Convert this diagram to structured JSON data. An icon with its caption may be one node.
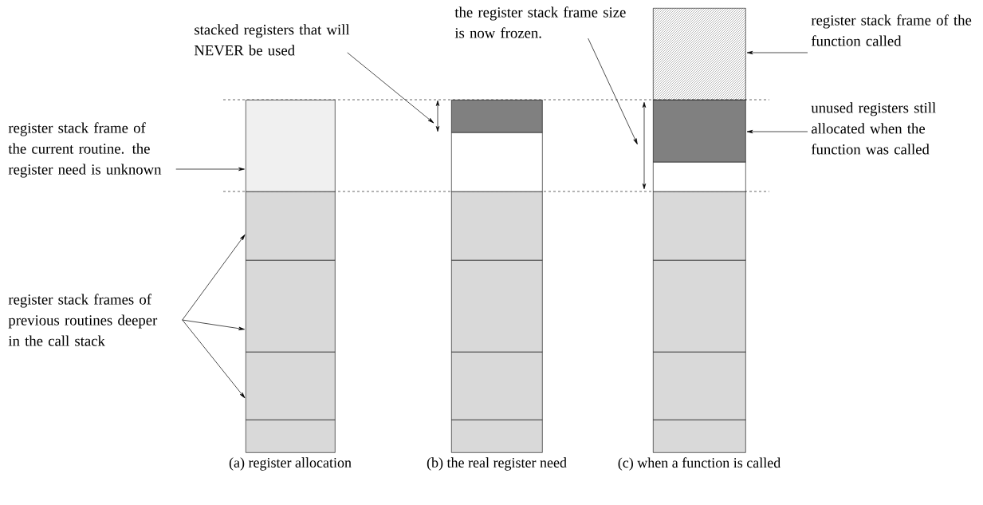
{
  "diagram": {
    "nodes": [
      {
        "text": [
          "stacked registers that will NEVER be used"
        ]
      },
      {
        "text": [
          "the register stack frame size is now frozen."
        ]
      },
      {
        "text": [
          "register stack frame of the function called"
        ]
      },
      {
        "text": [
          "unused registers still allocated when the function was called"
        ]
      },
      {
        "text": [
          "register stack frame of the current routine. the register need is unknown"
        ]
      },
      {
        "text": [
          "register stack frames of previous routines deeper in the call stack"
        ]
      },
      {
        "text": [],
        "shape": "box"
      },
      {
        "text": [],
        "shape": "box"
      },
      {
        "text": [],
        "shape": "box"
      },
      {
        "text": [],
        "shape": "box"
      },
      {
        "text": [],
        "shape": "box"
      },
      {
        "text": [],
        "shape": "box"
      },
      {
        "text": [],
        "shape": "box"
      },
      {
        "text": [],
        "shape": "box"
      },
      {
        "text": [],
        "shape": "box"
      },
      {
        "text": [],
        "shape": "box"
      },
      {
        "text": [],
        "shape": "box"
      },
      {
        "text": [],
        "shape": "box"
      },
      {
        "text": [],
        "shape": "box"
      },
      {
        "text": [],
        "shape": "box"
      },
      {
        "text": [],
        "shape": "box"
      },
      {
        "text": [],
        "shape": "box"
      },
      {
        "text": [],
        "shape": "box"
      },
      {
        "text": [],
        "shape": "box"
      }
    ],
    "edges": [
      {
        "from": 4,
        "to": 6,
        "arrow": "to"
      },
      {
        "from": 5,
        "to": 7,
        "arrow": "to"
      },
      {
        "from": 5,
        "to": 8,
        "arrow": "to"
      },
      {
        "from": 5,
        "to": 9,
        "arrow": "to"
      },
      {
        "from": 0,
        "to": null,
        "arrow": "to"
      },
      {
        "from": 1,
        "to": null,
        "arrow": "to"
      },
      {
        "from": 2,
        "to": 17,
        "arrow": "to"
      },
      {
        "from": 3,
        "to": 18,
        "arrow": "to"
      }
    ],
    "labels": [
      "(a) register allocation",
      "(b) the real register need",
      "(c) when a function is called"
    ]
  }
}
